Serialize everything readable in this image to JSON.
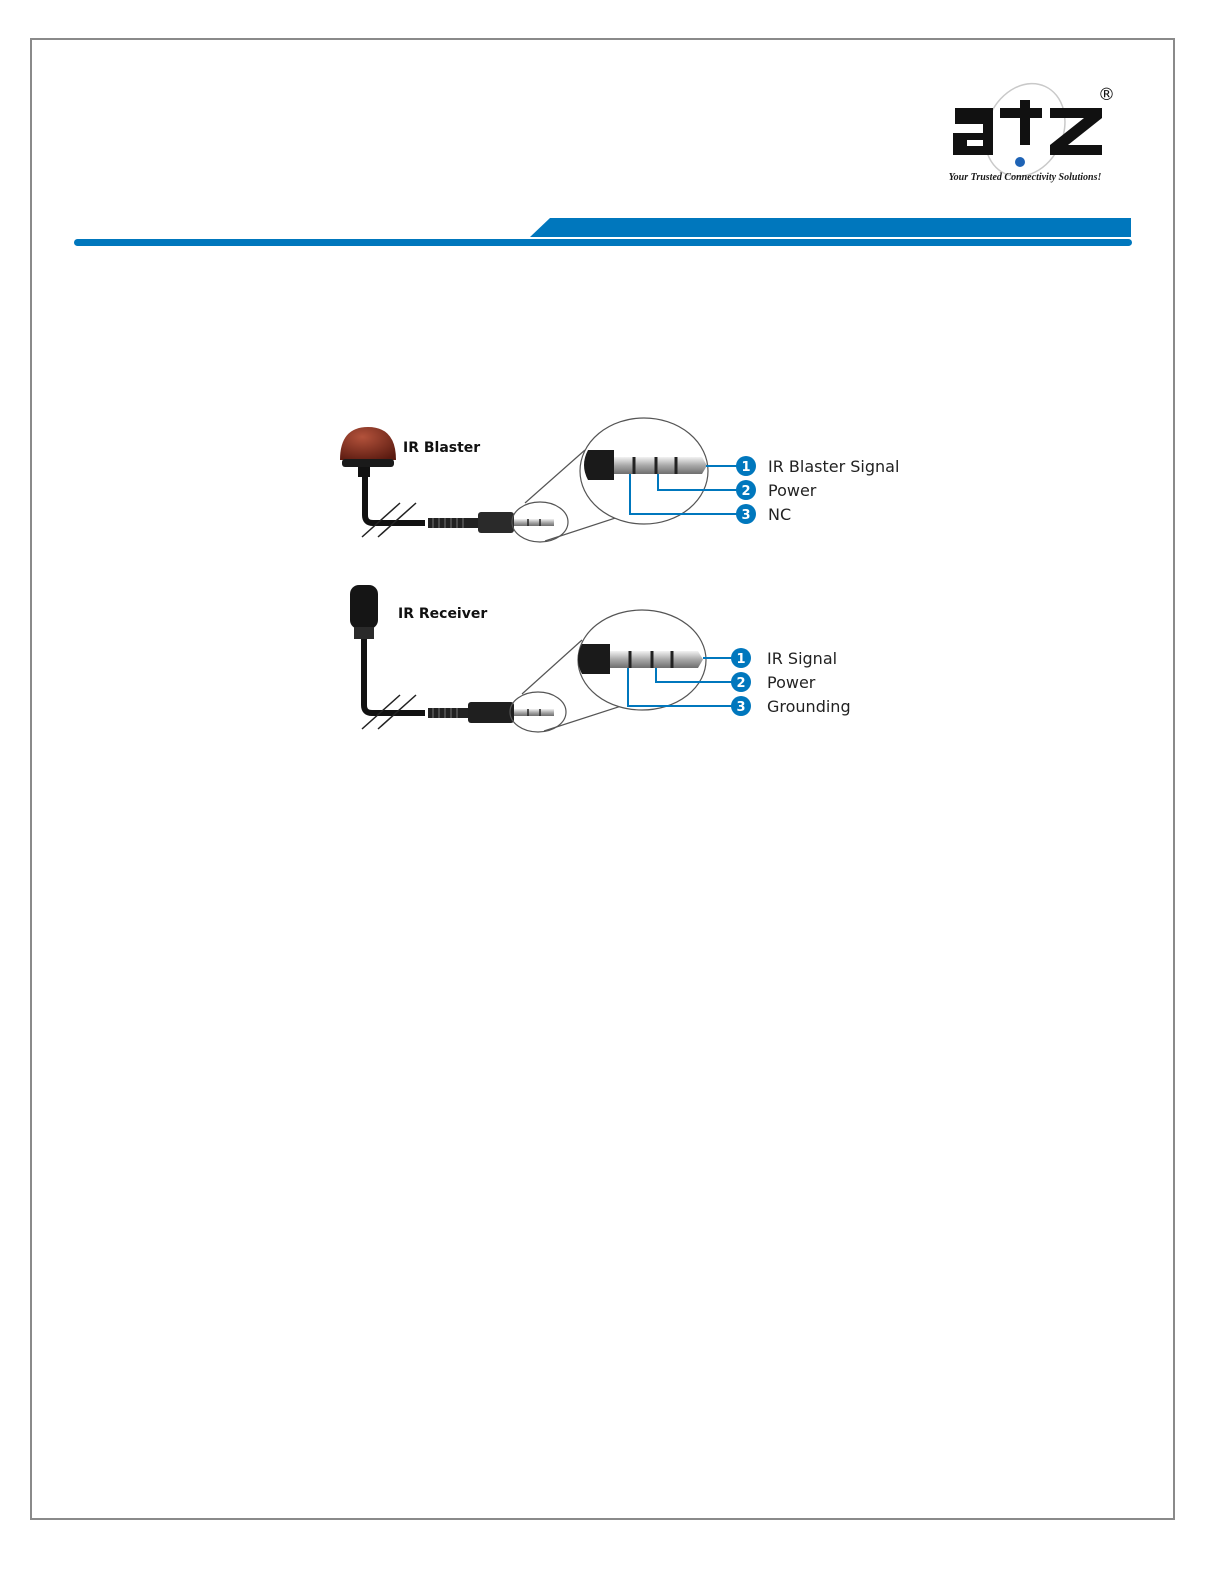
{
  "brand": {
    "logo_text": "atz",
    "registered_mark": "®",
    "tagline": "Your Trusted Connectivity Solutions!",
    "accent_color": "#0077bd",
    "logo_color": "#111111",
    "dot_color": "#1e63b5"
  },
  "diagram": {
    "blaster": {
      "title": "IR Blaster",
      "head_color": "#7a2a1c",
      "pins": [
        {
          "num": "1",
          "label": "IR Blaster Signal"
        },
        {
          "num": "2",
          "label": "Power"
        },
        {
          "num": "3",
          "label": "NC"
        }
      ]
    },
    "receiver": {
      "title": "IR Receiver",
      "head_color": "#151515",
      "pins": [
        {
          "num": "1",
          "label": "IR Signal"
        },
        {
          "num": "2",
          "label": "Power"
        },
        {
          "num": "3",
          "label": "Grounding"
        }
      ]
    }
  }
}
